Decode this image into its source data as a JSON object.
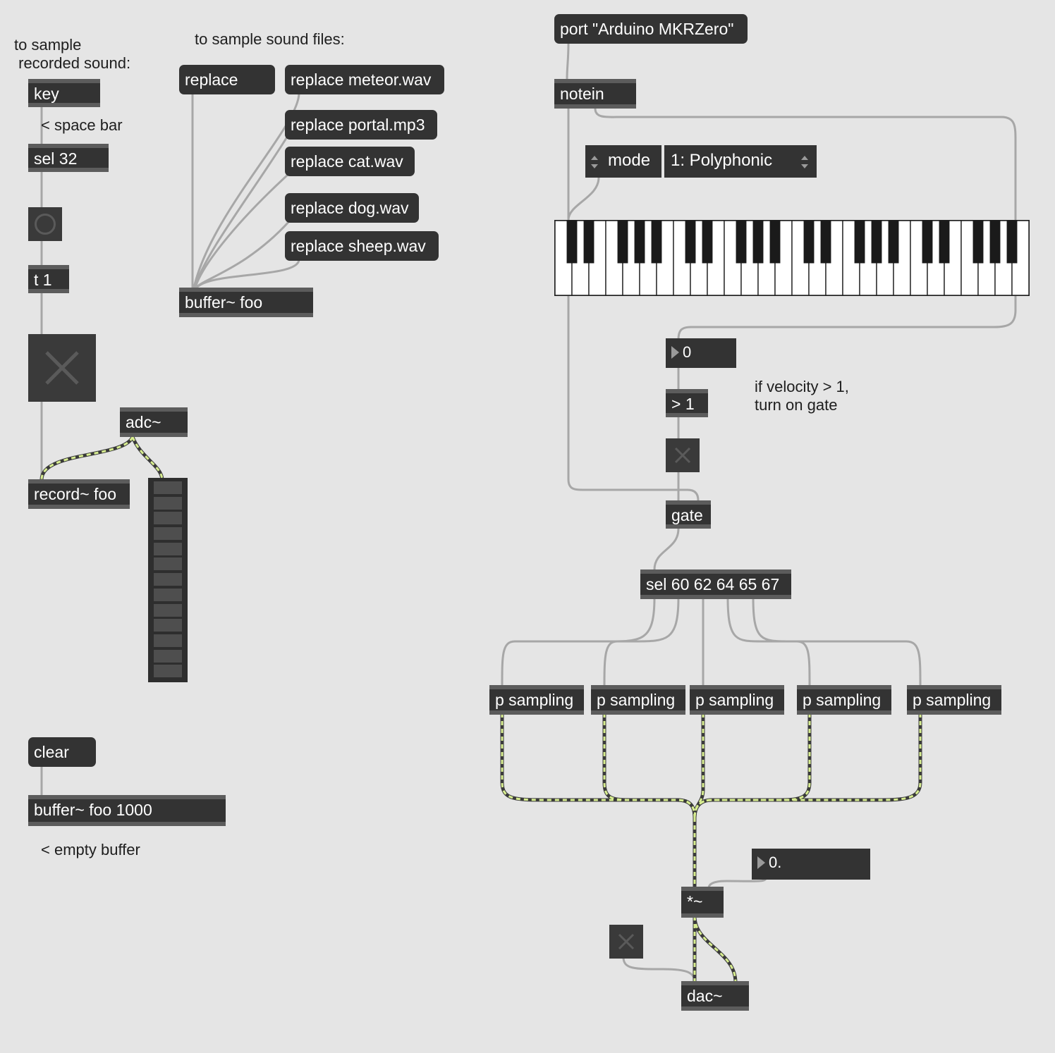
{
  "comments": {
    "recorded_title": "to sample\n recorded sound:",
    "files_title": "to sample sound files:",
    "space_bar": "< space bar",
    "empty_buffer": "< empty buffer",
    "velocity_note": "if velocity > 1,\nturn on gate"
  },
  "objects": {
    "key": "key",
    "sel32": "sel 32",
    "t1": "t 1",
    "adc": "adc~",
    "record": "record~ foo",
    "buffer_foo": "buffer~ foo",
    "buffer_foo_1000": "buffer~ foo 1000",
    "notein": "notein",
    "gt1": "> 1",
    "gate": "gate",
    "sel_notes": "sel 60 62 64 65 67",
    "p_sampling": "p sampling",
    "mul": "*~",
    "dac": "dac~"
  },
  "messages": {
    "replace": "replace",
    "meteor": "replace meteor.wav",
    "portal": "replace portal.mp3",
    "cat": "replace cat.wav",
    "dog": "replace dog.wav",
    "sheep": "replace sheep.wav",
    "port": "port \"Arduino MKRZero\"",
    "clear": "clear"
  },
  "numbers": {
    "velocity": "0",
    "gain": "0."
  },
  "umenu": {
    "label": "mode",
    "value": "1: Polyphonic"
  },
  "meter": {
    "segments": 13
  },
  "keyboard": {
    "white_keys": 28,
    "black_pattern": [
      1,
      1,
      0,
      1,
      1,
      1,
      0
    ]
  },
  "colors": {
    "patch_bg": "#e5e5e5",
    "box": "#333333",
    "wire": "#a7a7a7",
    "signal_wire_a": "#3a3a3a",
    "signal_wire_b": "#d8ee90",
    "inlet": "#e2a0a0",
    "outlet": "#b8d47a"
  },
  "icons": {
    "toggle": "x-icon",
    "button": "circle-icon"
  }
}
